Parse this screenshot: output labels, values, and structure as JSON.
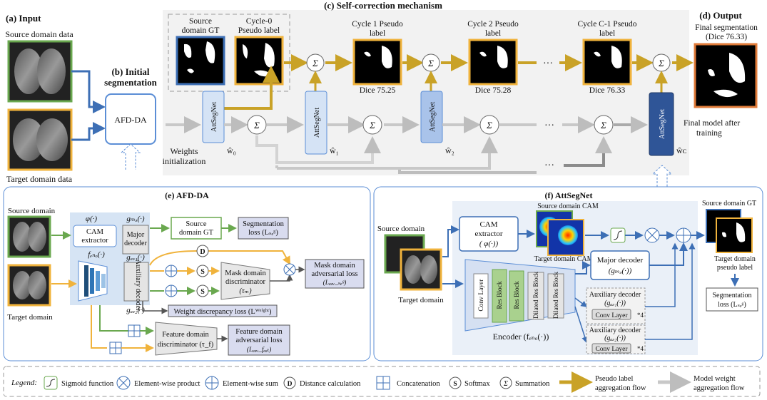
{
  "panels": {
    "input": "(a) Input",
    "initial": [
      "(b) Initial",
      "segmentation"
    ],
    "self_correction": "(c) Self-correction mechanism",
    "output": "(d) Output",
    "afdda": "(e) AFD-DA",
    "attsegnet": "(f) AttSegNet"
  },
  "input": {
    "source_label": "Source domain data",
    "target_label": "Target domain data"
  },
  "initial": {
    "box_label": "AFD-DA"
  },
  "self_correction": {
    "source_gt": [
      "Source",
      "domain GT"
    ],
    "cycle0": [
      "Cycle-0",
      "Pseudo label"
    ],
    "cycle1": [
      "Cycle 1 Pseudo",
      "label"
    ],
    "cycle2": [
      "Cycle 2 Pseudo",
      "label"
    ],
    "cycleC1": [
      "Cycle C-1 Pseudo",
      "label"
    ],
    "dice1": "Dice 75.25",
    "dice2": "Dice 75.28",
    "dice3": "Dice 76.33",
    "ellipsis": "···",
    "net": "AttSegNet",
    "w0": "ŵ₀",
    "w1": "ŵ₁",
    "w2": "ŵ₂",
    "wC": "ŵᴄ",
    "weights_init": [
      "Weights",
      "initialization"
    ],
    "final_model": [
      "Final model after",
      "training"
    ]
  },
  "output": {
    "final_seg": [
      "Final segmentation",
      "(Dice 76.33)"
    ]
  },
  "afdda": {
    "source_domain": "Source domain",
    "target_domain": "Target domain",
    "phi": "φ(·)",
    "cam": [
      "CAM",
      "extractor"
    ],
    "gmd": "gₘₔ(·)",
    "major": [
      "Major",
      "decoder"
    ],
    "fenc": "fₑₙₒ(·)",
    "gad1": "gₐₔ₁(·)",
    "gad2": "gₐₔ₂(·)",
    "aux": "Auxiliary decoder",
    "source_gt": [
      "Source",
      "domain GT"
    ],
    "seg_loss": [
      "Segmentation",
      "loss (Lₛₑᵍ)"
    ],
    "mask_disc": [
      "Mask domain",
      "discriminator",
      "(τₘ)"
    ],
    "mask_adv": [
      "Mask domain",
      "adversarial loss",
      "(Lₐₔᵥ_ₛₑᵍ)"
    ],
    "weight_disc": "Weight discrepancy loss (Lᵂᵉⁱᵍʰᵗ)",
    "feat_disc": [
      "Feature domain",
      "discriminator (τ_f)"
    ],
    "feat_adv": [
      "Feature domain",
      "adversarial loss",
      "(Lₐₔᵥ_fₑₐₜ)"
    ],
    "d": "D",
    "s": "S"
  },
  "attsegnet": {
    "source_domain": "Source domain",
    "target_domain": "Target domain",
    "cam": [
      "CAM",
      "extractor",
      "( φ(·))"
    ],
    "source_cam": "Source domain CAM",
    "target_cam": "Target domain CAM",
    "source_gt": "Source domain GT",
    "target_pl": [
      "Target domain",
      "pseudo label"
    ],
    "seg_loss": [
      "Segmentation",
      "loss (Lₛₑᵍ)"
    ],
    "major": [
      "Major decoder",
      "(gₘₔ(·))"
    ],
    "aux1": [
      "Auxiliary decoder",
      "(gₐₔ₁(·))"
    ],
    "aux2": [
      "Auxiliary decoder",
      "(gₐₔ₂(·))"
    ],
    "conv_layer": "Conv Layer",
    "times4": "*4",
    "encoder": "Encoder (fₑₙₒ(·))",
    "blocks": [
      "Conv Layer",
      "Res Block",
      "Res Block",
      "Dilated Res Block",
      "Dilated Res Block"
    ]
  },
  "legend": {
    "title": "Legend:",
    "sigmoid": "Sigmoid function",
    "product": "Element-wise product",
    "sum": "Element-wise sum",
    "distance": "Distance calculation",
    "concat": "Concatenation",
    "softmax": "Softmax",
    "summation": "Summation",
    "pseudo_flow": [
      "Pseudo label",
      "aggregation flow"
    ],
    "model_flow": [
      "Model weight",
      "aggregation flow"
    ],
    "d": "D",
    "s": "S",
    "sigma": "Σ"
  },
  "colors": {
    "gold": "#C9A227",
    "gray_arrow": "#C8C8C8",
    "green": "#6AA84F",
    "blue": "#3D6FB5",
    "orange": "#F4B183",
    "panel_bg": "#EEF3F9"
  }
}
